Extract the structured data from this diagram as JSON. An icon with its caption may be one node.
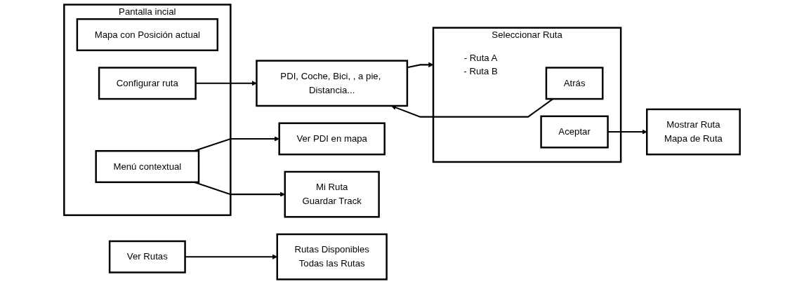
{
  "diagram": {
    "nodes": [
      {
        "text": [
          "Pantalla incial"
        ]
      },
      {
        "text": [
          "Mapa con Posición actual"
        ],
        "in": 0
      },
      {
        "text": [
          "Configurar ruta"
        ],
        "in": 0
      },
      {
        "text": [
          "Menú contextual"
        ],
        "in": 0
      },
      {
        "text": [
          "PDI, Coche, Bici, , a pie, Distancia..."
        ]
      },
      {
        "text": [
          "Seleccionar Ruta",
          "- Ruta A",
          "- Ruta B"
        ]
      },
      {
        "text": [
          "Atrás"
        ],
        "in": 5
      },
      {
        "text": [
          "Aceptar"
        ],
        "in": 5
      },
      {
        "text": [
          "Mostrar Ruta",
          "Mapa de Ruta"
        ]
      },
      {
        "text": [
          "Rutas Disponibles",
          "Todas las Rutas"
        ]
      },
      {
        "text": [
          "Ver PDI en mapa"
        ]
      },
      {
        "text": [
          "Ver Rutas"
        ]
      },
      {
        "text": [
          "Mi Ruta",
          "Guardar Track"
        ]
      }
    ],
    "edges": [
      {
        "from": 2,
        "to": 4,
        "arrow": "to"
      },
      {
        "from": 4,
        "to": 5,
        "arrow": "to"
      },
      {
        "from": 6,
        "to": 4,
        "arrow": "to"
      },
      {
        "from": 7,
        "to": 8,
        "arrow": "to"
      },
      {
        "from": 3,
        "to": 10,
        "arrow": "to"
      },
      {
        "from": 11,
        "to": 9,
        "arrow": "to"
      },
      {
        "from": 3,
        "to": 12,
        "arrow": "to"
      }
    ]
  }
}
